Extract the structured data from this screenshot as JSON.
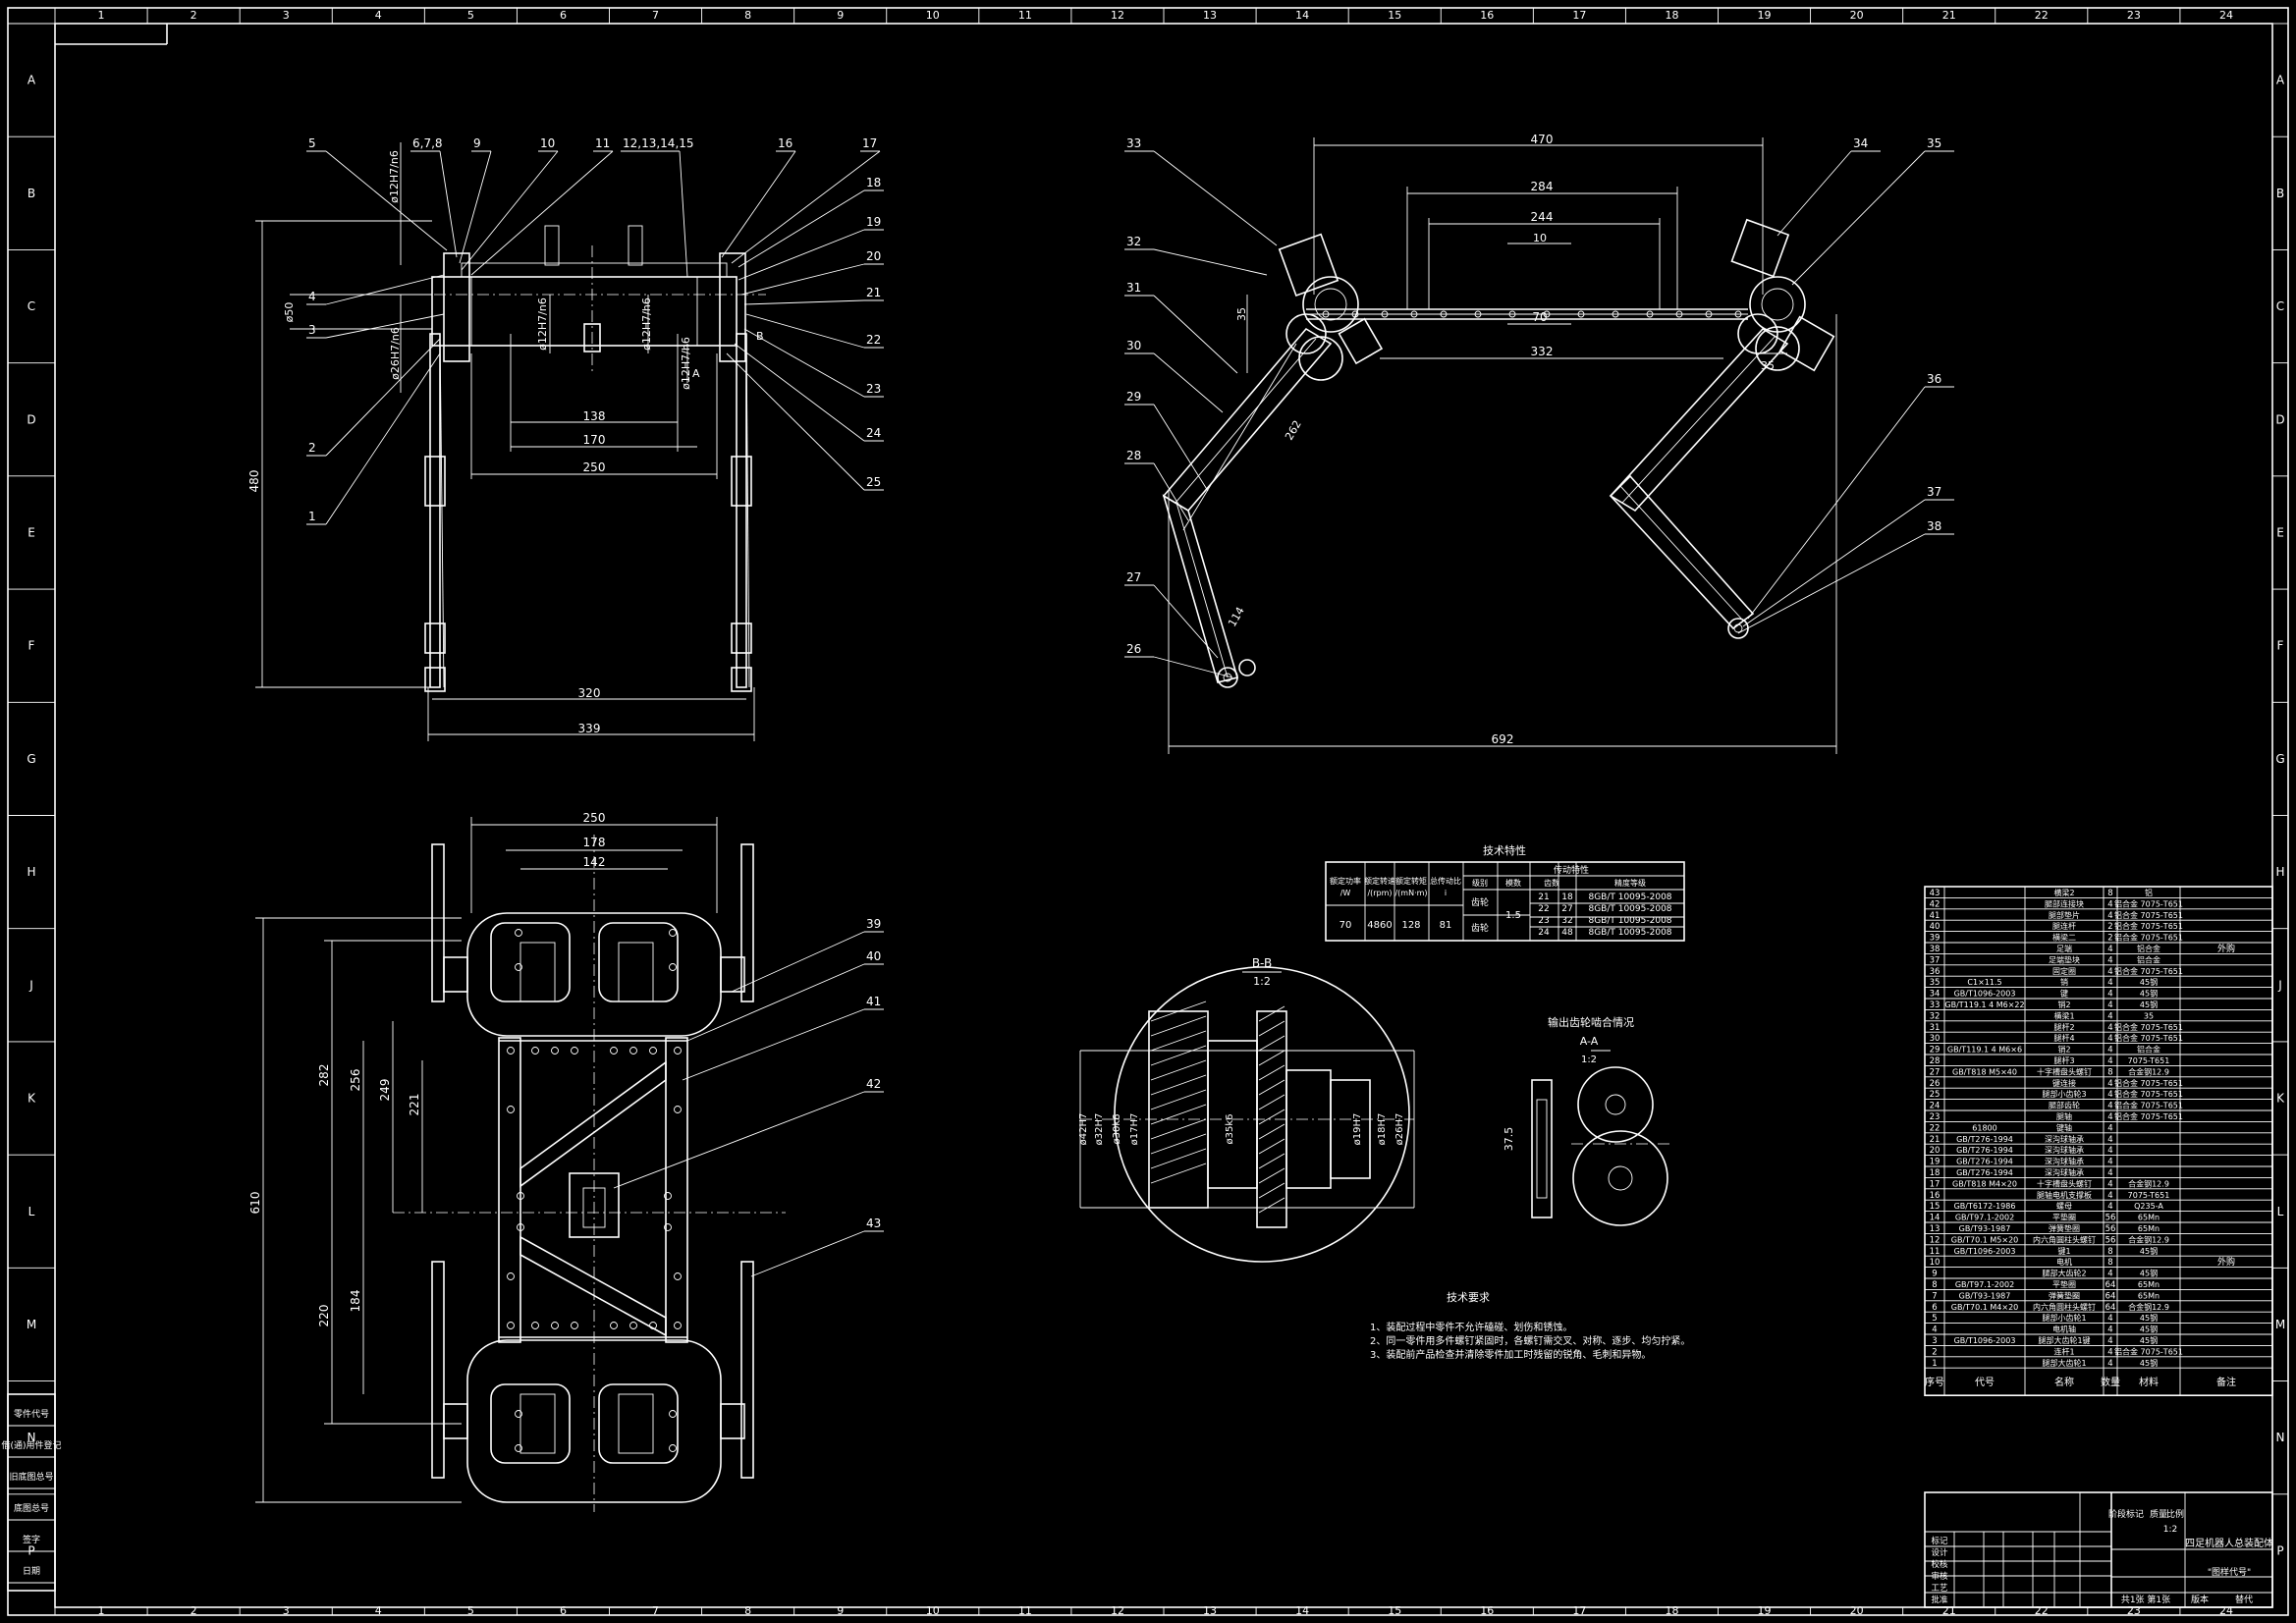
{
  "frame": {
    "col_numbers": [
      "1",
      "2",
      "3",
      "4",
      "5",
      "6",
      "7",
      "8",
      "9",
      "10",
      "11",
      "12",
      "13",
      "14",
      "15",
      "16",
      "17",
      "18",
      "19",
      "20",
      "21",
      "22",
      "23",
      "24"
    ],
    "row_letters": [
      "A",
      "B",
      "C",
      "D",
      "E",
      "F",
      "G",
      "H",
      "J",
      "K",
      "L",
      "M",
      "N",
      "P"
    ]
  },
  "front_view": {
    "balloons": [
      "5",
      "6,7,8",
      "9",
      "10",
      "11",
      "12,13,14,15",
      "16",
      "17",
      "18",
      "19",
      "20",
      "21",
      "22",
      "23",
      "24",
      "25",
      "4",
      "3",
      "2",
      "1"
    ],
    "dims": {
      "d1": "138",
      "d2": "170",
      "d3": "250",
      "d4": "320",
      "d5": "339",
      "d6": "480"
    },
    "fits": [
      "ø12H7/n6",
      "ø12H7/h6",
      "ø26H7/n6",
      "ø12H7/n6",
      "ø12H7/h6",
      "ø50"
    ],
    "section_marks": [
      "A",
      "B"
    ]
  },
  "side_view": {
    "balloons": [
      "33",
      "32",
      "31",
      "30",
      "29",
      "28",
      "27",
      "26",
      "34",
      "35",
      "36",
      "37",
      "38"
    ],
    "dims": {
      "d1": "470",
      "d2": "284",
      "d3": "244",
      "d4": "10",
      "d5": "70",
      "d6": "332",
      "d7": "692",
      "d8": "35",
      "d9": "35",
      "d10": "262",
      "d11": "114"
    }
  },
  "top_view": {
    "balloons": [
      "39",
      "40",
      "41",
      "42",
      "43"
    ],
    "dims": {
      "d1": "250",
      "d2": "178",
      "d3": "142",
      "d4": "282",
      "d5": "256",
      "d6": "249",
      "d7": "221",
      "d8": "610",
      "d9": "220",
      "d10": "184"
    }
  },
  "section_b": {
    "title": "B-B",
    "scale": "1:2",
    "fits": [
      "ø42H7",
      "ø32H7",
      "ø30k6",
      "ø17H7",
      "ø35k6",
      "ø19H7",
      "ø18H7",
      "ø26H7"
    ]
  },
  "section_a": {
    "heading": "输出齿轮啮合情况",
    "title": "A-A",
    "scale": "1:2",
    "dim": "37.5"
  },
  "tech_spec": {
    "title": "技术特性",
    "header": [
      "额定功率/W",
      "额定转速/(rpm)",
      "额定转矩/(mN·m)",
      "总传动比i",
      "传动特性"
    ],
    "sub_header": [
      "级别",
      "模数",
      "齿数",
      "精度等级"
    ],
    "row": {
      "power": "70",
      "speed": "4860",
      "torque": "128",
      "ratio": "81"
    },
    "stage1": "齿轮",
    "stage2": "齿轮",
    "module": "1.5",
    "teeth": [
      [
        "21",
        "18"
      ],
      [
        "22",
        "27"
      ],
      [
        "23",
        "32"
      ],
      [
        "24",
        "48"
      ]
    ],
    "grade": [
      "8GB/T 10095-2008",
      "8GB/T 10095-2008",
      "8GB/T 10095-2008",
      "8GB/T 10095-2008"
    ]
  },
  "tech_req": {
    "title": "技术要求",
    "lines": [
      "1、装配过程中零件不允许磕碰、划伤和锈蚀。",
      "2、同一零件用多件螺钉紧固时，各螺钉需交叉、对称、逐步、均匀拧紧。",
      "3、装配前产品检查并清除零件加工时残留的锐角、毛刺和异物。"
    ]
  },
  "bom": {
    "rows": [
      [
        "43",
        "",
        "横梁2",
        "8",
        "铝"
      ],
      [
        "42",
        "",
        "腿部连接块",
        "4",
        "铝合金 7075-T651"
      ],
      [
        "41",
        "",
        "腿部垫片",
        "4",
        "铝合金 7075-T651"
      ],
      [
        "40",
        "",
        "腿连杆",
        "2",
        "铝合金 7075-T651"
      ],
      [
        "39",
        "",
        "横梁二",
        "2",
        "铝合金 7075-T651"
      ],
      [
        "38",
        "",
        "足端",
        "4",
        "铝合金"
      ],
      [
        "37",
        "",
        "足端垫块",
        "4",
        "铝合金"
      ],
      [
        "36",
        "",
        "固定圈",
        "4",
        "铝合金 7075-T651"
      ],
      [
        "35",
        "C1×11.5",
        "销",
        "4",
        "45钢"
      ],
      [
        "34",
        "GB/T1096-2003",
        "键",
        "4",
        "45钢"
      ],
      [
        "33",
        "GB/T119.1 4 M6×22",
        "销2",
        "4",
        "45钢"
      ],
      [
        "32",
        "",
        "横梁1",
        "4",
        "35"
      ],
      [
        "31",
        "",
        "腿杆2",
        "4",
        "铝合金 7075-T651"
      ],
      [
        "30",
        "",
        "腿杆4",
        "4",
        "铝合金 7075-T651"
      ],
      [
        "29",
        "GB/T119.1 4 M6×6",
        "销2",
        "4",
        "铝合金"
      ],
      [
        "28",
        "",
        "腿杆3",
        "4",
        "7075-T651"
      ],
      [
        "27",
        "GB/T818 M5×40",
        "十字槽盘头螺钉",
        "8",
        "合金钢12.9"
      ],
      [
        "26",
        "",
        "键连接",
        "4",
        "铝合金 7075-T651"
      ],
      [
        "25",
        "",
        "腿部小齿轮3",
        "4",
        "铝合金 7075-T651"
      ],
      [
        "24",
        "",
        "腿部齿轮",
        "4",
        "铝合金 7075-T651"
      ],
      [
        "23",
        "",
        "腿轴",
        "4",
        "铝合金 7075-T651"
      ],
      [
        "22",
        "61800",
        "键轴",
        "4",
        ""
      ],
      [
        "21",
        "GB/T276-1994",
        "深沟球轴承",
        "4",
        ""
      ],
      [
        "20",
        "GB/T276-1994",
        "深沟球轴承",
        "4",
        ""
      ],
      [
        "19",
        "GB/T276-1994",
        "深沟球轴承",
        "4",
        ""
      ],
      [
        "18",
        "GB/T276-1994",
        "深沟球轴承",
        "4",
        ""
      ],
      [
        "17",
        "GB/T818 M4×20",
        "十字槽盘头螺钉",
        "4",
        "合金钢12.9"
      ],
      [
        "16",
        "",
        "腿轴电机支撑板",
        "4",
        "7075-T651"
      ],
      [
        "15",
        "GB/T6172-1986",
        "螺母",
        "4",
        "Q235-A"
      ],
      [
        "14",
        "GB/T97.1-2002",
        "平垫圈",
        "56",
        "65Mn"
      ],
      [
        "13",
        "GB/T93-1987",
        "弹簧垫圈",
        "56",
        "65Mn"
      ],
      [
        "12",
        "GB/T70.1 M5×20",
        "内六角圆柱头螺钉",
        "56",
        "合金钢12.9"
      ],
      [
        "11",
        "GB/T1096-2003",
        "键1",
        "8",
        "45钢"
      ],
      [
        "10",
        "",
        "电机",
        "8",
        ""
      ],
      [
        "9",
        "",
        "腿部大齿轮2",
        "4",
        "45钢"
      ],
      [
        "8",
        "GB/T97.1-2002",
        "平垫圈",
        "64",
        "65Mn"
      ],
      [
        "7",
        "GB/T93-1987",
        "弹簧垫圈",
        "64",
        "65Mn"
      ],
      [
        "6",
        "GB/T70.1 M4×20",
        "内六角圆柱头螺钉",
        "64",
        "合金钢12.9"
      ],
      [
        "5",
        "",
        "腿部小齿轮1",
        "4",
        "45钢"
      ],
      [
        "4",
        "",
        "电机轴",
        "4",
        "45钢"
      ],
      [
        "3",
        "GB/T1096-2003",
        "腿部大齿轮1键",
        "4",
        "45钢"
      ],
      [
        "2",
        "",
        "连杆1",
        "4",
        "铝合金 7075-T651"
      ],
      [
        "1",
        "",
        "腿部大齿轮1",
        "4",
        "45钢"
      ]
    ],
    "footer": [
      "序号",
      "代号",
      "名称",
      "数量",
      "材料",
      "备注"
    ],
    "remark_outside_1": "外购",
    "remark_outside_2": "外购"
  },
  "title_block": {
    "name": "四足机器人总装配体",
    "code": "\"图样代号\"",
    "scale": "1:2",
    "stage_label": "阶段标记",
    "weight_label": "质量",
    "ratio_label": "比例",
    "row_labels": [
      "标记",
      "设计",
      "校核",
      "审核",
      "工艺",
      "批准"
    ],
    "sheets": "共1张 第1张",
    "version_label": "版本",
    "replace_label": "替代"
  },
  "left_stamp": [
    "借(通)用件登记",
    "旧底图总号",
    "底图总号",
    "签字",
    "日期",
    "零件代号"
  ]
}
